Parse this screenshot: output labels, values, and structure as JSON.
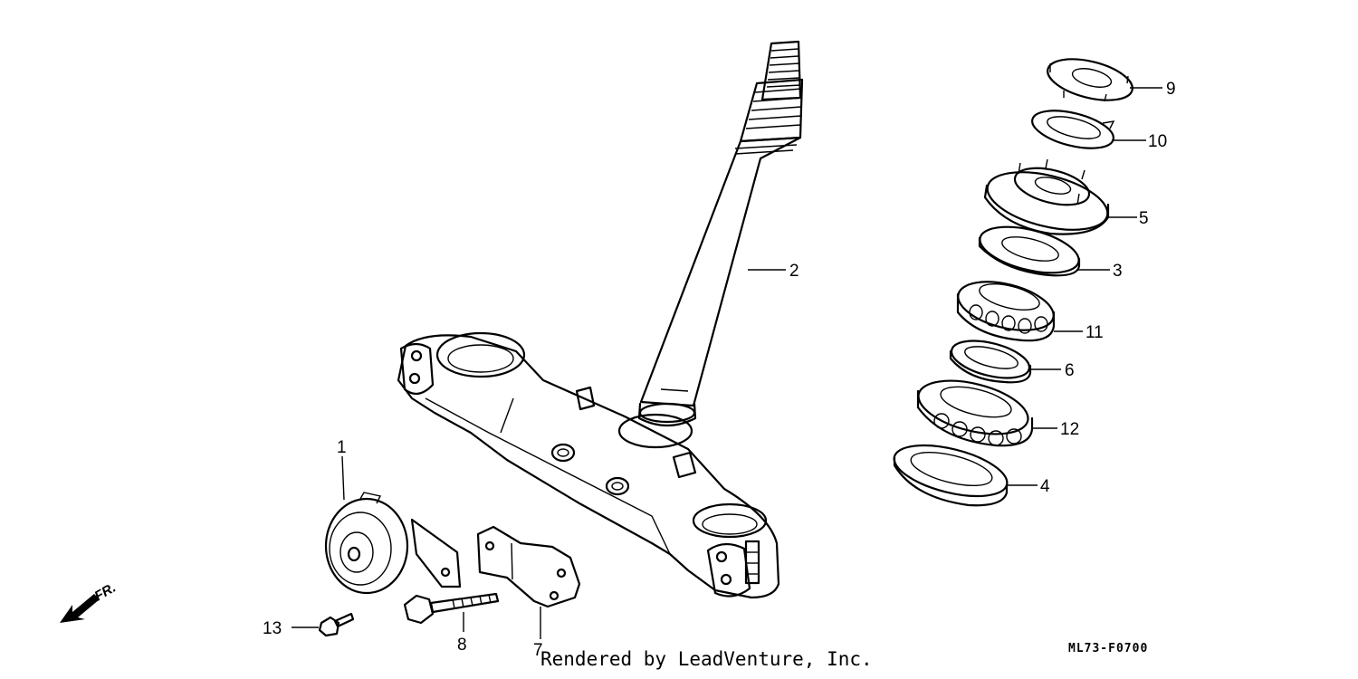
{
  "diagram": {
    "callouts": {
      "p1": "1",
      "p2": "2",
      "p3": "3",
      "p4": "4",
      "p5": "5",
      "p6": "6",
      "p7": "7",
      "p8": "8",
      "p9": "9",
      "p10": "10",
      "p11": "11",
      "p12": "12",
      "p13": "13"
    },
    "front_indicator": "FR.",
    "drawing_code": "ML73-F0700",
    "credit": "Rendered by LeadVenture, Inc."
  }
}
